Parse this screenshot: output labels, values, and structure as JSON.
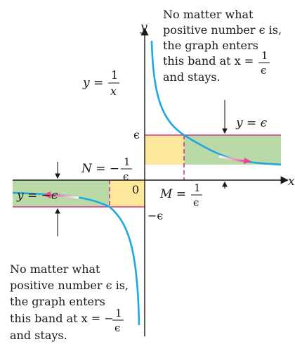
{
  "axes": {
    "x_label": "x",
    "y_label": "y",
    "origin_label": "0"
  },
  "curve": {
    "equation_lhs": "y =",
    "equation_num": "1",
    "equation_den": "x"
  },
  "levels": {
    "epsilon": "ϵ",
    "neg_epsilon": "−ϵ",
    "upper_line": "y = ϵ",
    "lower_line": "y = −ϵ"
  },
  "thresholds": {
    "M_lhs": "M =",
    "M_num": "1",
    "M_den": "ϵ",
    "N_lhs": "N = −",
    "N_num": "1",
    "N_den": "ϵ"
  },
  "notes": {
    "upper": {
      "line1": "No matter what",
      "line2": "positive number ϵ is,",
      "line3": "the graph enters",
      "line4_prefix": "this band at x =",
      "frac_num": "1",
      "frac_den": "ϵ",
      "line5": "and stays."
    },
    "lower": {
      "line1": "No matter what",
      "line2": "positive number ϵ is,",
      "line3": "the graph enters",
      "line4_prefix": "this band at x = −",
      "frac_num": "1",
      "frac_den": "ϵ",
      "line5": "and stays."
    }
  },
  "colors": {
    "band": "#b9d9a6",
    "center_box": "#fde79b",
    "curve": "#1fa8e0",
    "band_edge": "#d6338f",
    "arrow": "#e8478f",
    "axis": "#1a1a1a"
  }
}
